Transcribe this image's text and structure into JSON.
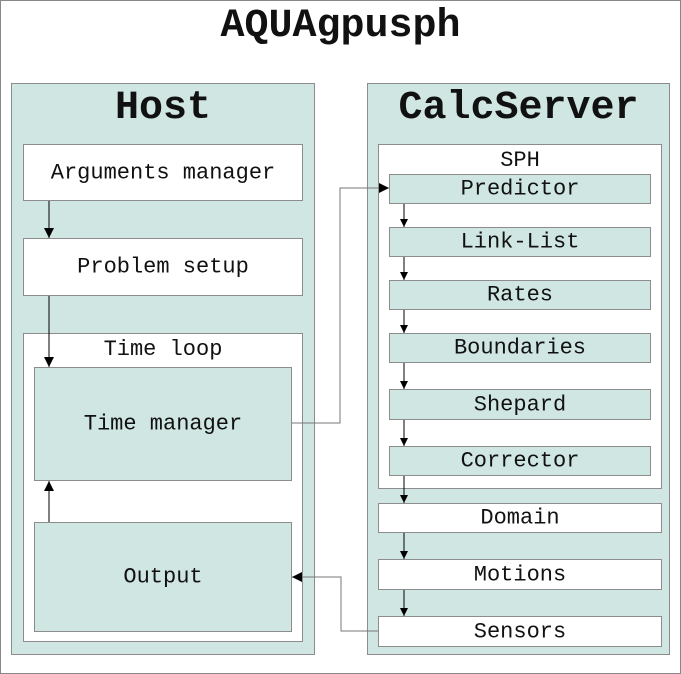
{
  "title": "AQUAgpusph",
  "host": {
    "title": "Host",
    "arguments_manager": "Arguments manager",
    "problem_setup": "Problem setup",
    "time_loop": {
      "title": "Time loop",
      "time_manager": "Time manager",
      "output": "Output"
    }
  },
  "calcserver": {
    "title": "CalcServer",
    "sph": {
      "title": "SPH",
      "steps": [
        "Predictor",
        "Link-List",
        "Rates",
        "Boundaries",
        "Shepard",
        "Corrector"
      ]
    },
    "domain": "Domain",
    "motions": "Motions",
    "sensors": "Sensors"
  },
  "colors": {
    "panel_fill": "#cfe6e3",
    "box_fill": "#ffffff",
    "border": "#8c8c8c",
    "text": "#111111"
  }
}
